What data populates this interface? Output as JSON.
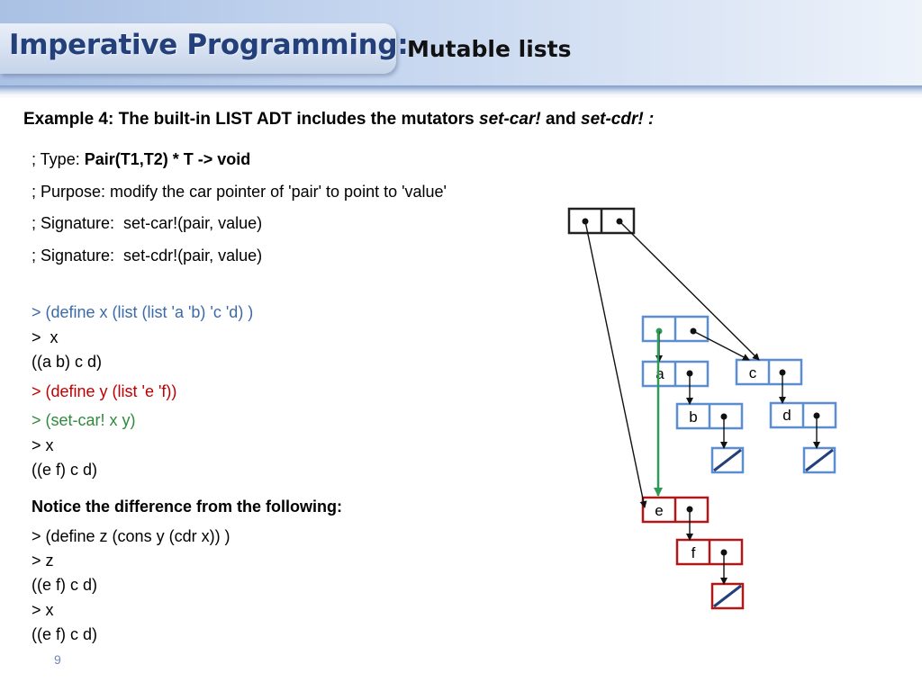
{
  "header": {
    "title": "Imperative Programming:",
    "subtitle": "Mutable lists"
  },
  "example": {
    "prefix": "Example 4: The built-in LIST ADT includes the mutators ",
    "mutator1": "set-car!",
    "middle": " and ",
    "mutator2": "set-cdr! :"
  },
  "comments": {
    "type_prefix": "; Type: ",
    "type_value": "Pair(T1,T2) * T -> void",
    "purpose": "; Purpose: modify the car pointer of 'pair' to point to 'value'",
    "signature1": "; Signature:  set-car!(pair, value)",
    "signature2": "; Signature:  set-cdr!(pair, value)"
  },
  "repl": {
    "line1": "> (define x (list (list 'a 'b) 'c 'd) )",
    "line2": ">  x",
    "line3": "((a b) c d)",
    "line4": "> (define y (list 'e 'f))",
    "line5": "> (set-car! x y)",
    "line6": "> x",
    "line7": "((e f) c d)",
    "notice": "Notice the difference from the following:",
    "line8": "> (define z (cons y (cdr x)) )",
    "line9": "> z",
    "line10": "((e f) c d)",
    "line11": "> x",
    "line12": "((e f) c d)"
  },
  "diagram": {
    "symbols": {
      "a": "a",
      "b": "b",
      "c": "c",
      "d": "d",
      "e": "e",
      "f": "f"
    },
    "colors": {
      "top_pair": "#222222",
      "x_cells": "#5b8ed0",
      "y_cells": "#b01818",
      "set_car_arrow": "#2f9a57"
    }
  },
  "page_number": "9"
}
